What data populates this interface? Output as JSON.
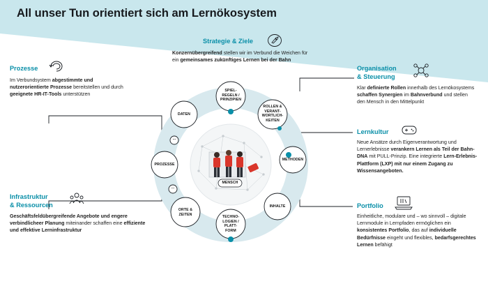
{
  "title": "All unser Tun orientiert sich am Lernökosystem",
  "colors": {
    "teal": "#0a8fa8",
    "teal_light": "#c9e7ed",
    "ring": "#d8e9ee",
    "accent_red": "#d9362b"
  },
  "strategie": {
    "title": "Strategie & Ziele",
    "text": [
      {
        "t": "Konzernübergreifend",
        "b": true
      },
      {
        "t": " stellen wir im Verbund die Weichen für ein ",
        "b": false
      },
      {
        "t": "gemeinsames zukünftiges Lernen bei der Bahn",
        "b": true
      }
    ]
  },
  "prozesse": {
    "title": "Prozesse",
    "text": [
      {
        "t": "Im Verbundsystem ",
        "b": false
      },
      {
        "t": "abgestimmte und nutzerorientierte Prozesse",
        "b": true
      },
      {
        "t": " bereitstellen und durch ",
        "b": false
      },
      {
        "t": "geeignete HR-IT-Tools",
        "b": true
      },
      {
        "t": " unterstützen",
        "b": false
      }
    ]
  },
  "organisation": {
    "title_1": "Organisation",
    "title_2": "& Steuerung",
    "text": [
      {
        "t": "Klar ",
        "b": false
      },
      {
        "t": "definierte Rollen",
        "b": true
      },
      {
        "t": " innerhalb des Lernökosystems ",
        "b": false
      },
      {
        "t": "schaffen Synergien",
        "b": true
      },
      {
        "t": " im ",
        "b": false
      },
      {
        "t": "Bahnverbund",
        "b": true
      },
      {
        "t": " und stellen den Mensch in den Mittelpunkt",
        "b": false
      }
    ]
  },
  "lernkultur": {
    "title": "Lernkultur",
    "text": [
      {
        "t": "Neue Ansätze durch Eigenverantwortung und Lernerlebnisse ",
        "b": false
      },
      {
        "t": "verankern Lernen als Teil der Bahn-DNA",
        "b": true
      },
      {
        "t": " mit PULL-Prinzip. Eine integrierte ",
        "b": false
      },
      {
        "t": "Lern-Erlebnis-Plattform (LXP) mit nur einem Zugang zu Wissensangeboten.",
        "b": true
      }
    ]
  },
  "infrastruktur": {
    "title_1": "Infrastruktur",
    "title_2": "& Ressourcen",
    "text": [
      {
        "t": "Geschäftsfeldübergreifende Angebote und engere verbindlicheer Planung",
        "b": true
      },
      {
        "t": " miteinander schaffen eine ",
        "b": false
      },
      {
        "t": "effiziente und effektive",
        "b": true
      },
      {
        "t": " Lerninfrastruktur",
        "b": true
      }
    ]
  },
  "portfolio": {
    "title": "Portfolio",
    "text": [
      {
        "t": "Einheitliche, modulare und – wo sinnvoll – digitale Lernmodule in Lernpfaden ermöglichen ein ",
        "b": false
      },
      {
        "t": "konsistentes Portfolio",
        "b": true
      },
      {
        "t": ", das auf ",
        "b": false
      },
      {
        "t": "individuelle Bedürfnisse",
        "b": true
      },
      {
        "t": " eingeht und flexibles, ",
        "b": false
      },
      {
        "t": "bedarfsgerechtes Lernen",
        "b": true
      },
      {
        "t": " befähigt",
        "b": false
      }
    ]
  },
  "ring": {
    "spielregeln": [
      "SPIEL-",
      "REGELN /",
      "PRINZIPIEN"
    ],
    "rollen": [
      "ROLLEN &",
      "VERANT-",
      "WORTLICH-",
      "KEITEN"
    ],
    "methoden": "METHODEN",
    "inhalte": "INHALTE",
    "technologien": [
      "TECHNO-",
      "LOGIEN /",
      "PLATT-",
      "FORM"
    ],
    "orte": [
      "ORTE &",
      "ZEITEN"
    ],
    "prozesse": "PROZESSE",
    "daten": "DATEN",
    "ellipsis_1": "...",
    "ellipsis_2": "...",
    "mensch": "MENSCH"
  }
}
